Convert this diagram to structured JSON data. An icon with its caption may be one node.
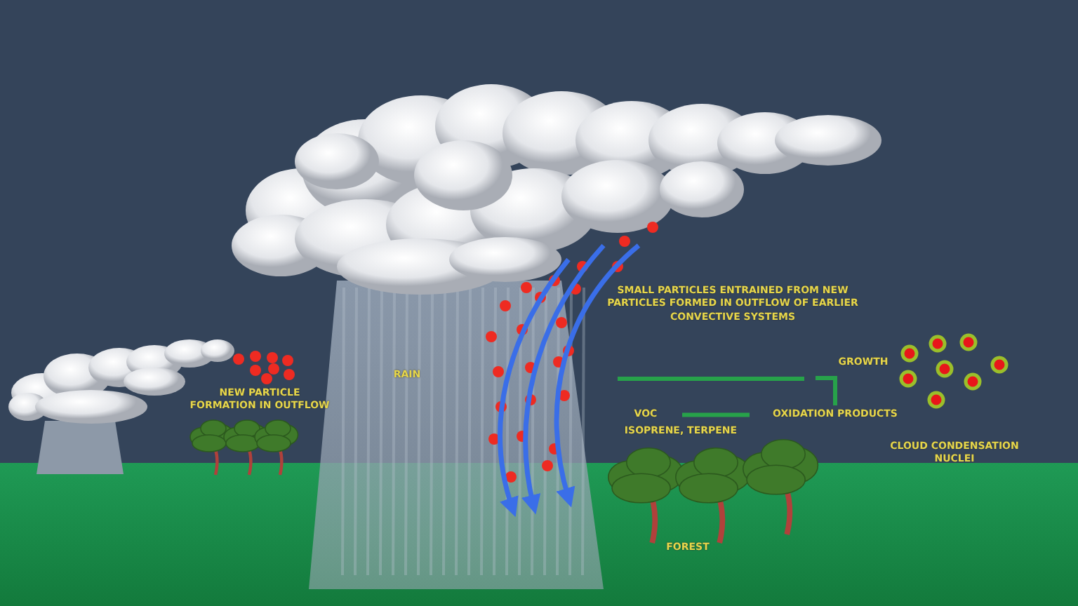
{
  "diagram": {
    "nodes": [
      {
        "text": [
          "SMALL PARTICLES ENTRAINED FROM NEW PARTICLES FORMED IN OUTFLOW OF EARLIER CONVECTIVE SYSTEMS"
        ]
      },
      {
        "text": [
          "VOC"
        ]
      },
      {
        "text": [
          "OXIDATION PRODUCTS"
        ]
      },
      {
        "text": [
          "GROWTH"
        ]
      },
      {
        "text": [
          "CLOUD CONDENSATION NUCLEI"
        ]
      }
    ],
    "edges": [
      {
        "from": 1,
        "to": 2,
        "arrow": "none"
      },
      {
        "from": 2,
        "to": 3,
        "arrow": "none"
      },
      {
        "from": null,
        "to": 3,
        "arrow": "none"
      }
    ],
    "labels": [
      "NEW PARTICLE FORMATION IN OUTFLOW",
      "RAIN",
      "ISOPRENE, TERPENE",
      "FOREST"
    ]
  }
}
